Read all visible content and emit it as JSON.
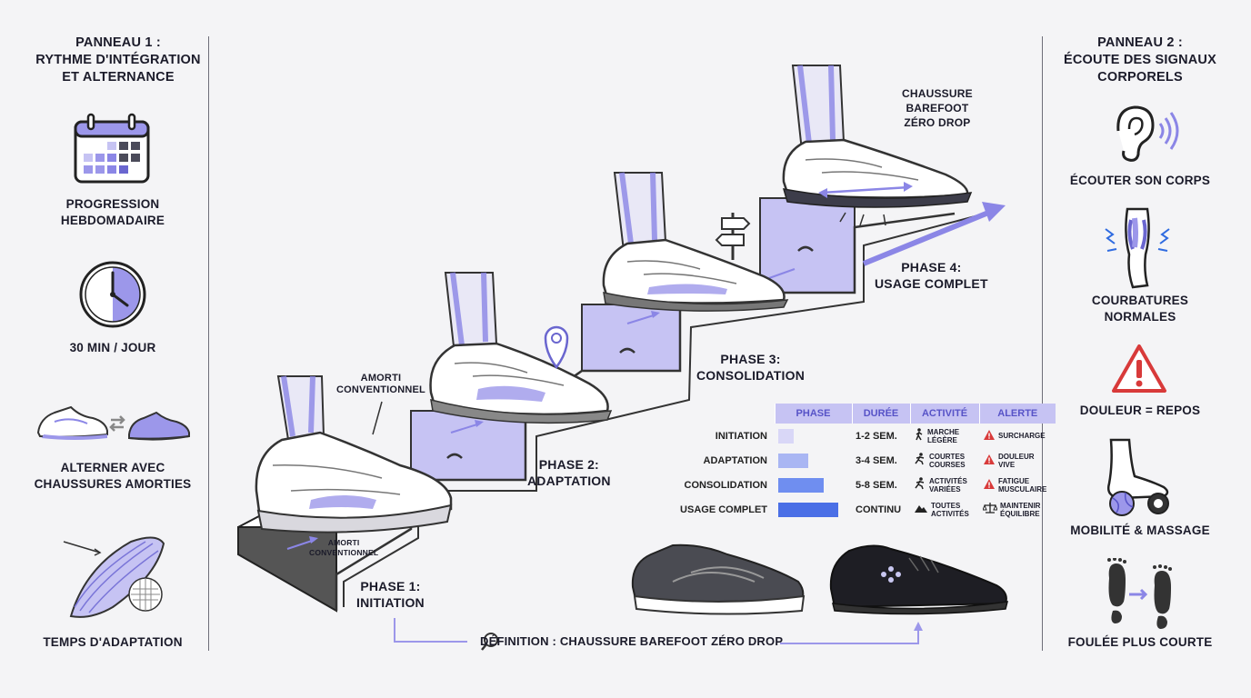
{
  "left_panel": {
    "title_lines": [
      "PANNEAU 1 :",
      "RYTHME D'INTÉGRATION",
      "ET ALTERNANCE"
    ],
    "items": [
      {
        "icon": "calendar-icon",
        "label_lines": [
          "PROGRESSION",
          "HEBDOMADAIRE"
        ]
      },
      {
        "icon": "clock-icon",
        "label_lines": [
          "30 MIN / JOUR"
        ]
      },
      {
        "icon": "alternate-shoes-icon",
        "label_lines": [
          "ALTERNER AVEC",
          "CHAUSSURES AMORTIES"
        ]
      },
      {
        "icon": "muscle-icon",
        "label_lines": [
          "TEMPS D'ADAPTATION"
        ]
      }
    ]
  },
  "right_panel": {
    "title_lines": [
      "PANNEAU 2 :",
      "ÉCOUTE DES SIGNAUX",
      "CORPORELS"
    ],
    "items": [
      {
        "icon": "ear-icon",
        "label_lines": [
          "ÉCOUTER SON CORPS"
        ]
      },
      {
        "icon": "calf-soreness-icon",
        "label_lines": [
          "COURBATURES",
          "NORMALES"
        ]
      },
      {
        "icon": "warning-icon",
        "label_lines": [
          "DOULEUR = REPOS"
        ]
      },
      {
        "icon": "foot-massage-icon",
        "label_lines": [
          "MOBILITÉ & MASSAGE"
        ]
      },
      {
        "icon": "footprints-icon",
        "label_lines": [
          "FOULÉE PLUS COURTE"
        ]
      }
    ]
  },
  "center": {
    "phases": [
      {
        "lines": [
          "PHASE 1:",
          "INITIATION"
        ]
      },
      {
        "lines": [
          "PHASE 2:",
          "ADAPTATION"
        ]
      },
      {
        "lines": [
          "PHASE 3:",
          "CONSOLIDATION"
        ]
      },
      {
        "lines": [
          "PHASE 4:",
          "USAGE COMPLET"
        ]
      }
    ],
    "shoe_label_top": [
      "AMORTI",
      "CONVENTIONNEL"
    ],
    "shoe_label_bottom": [
      "AMORTI",
      "CONVENTIONNEL"
    ],
    "barefoot_label": [
      "CHAUSSURE",
      "BAREFOOT",
      "ZÉRO DROP"
    ],
    "definition": "DÉFINITION : CHAUSSURE BAREFOOT ZÉRO DROP"
  },
  "table": {
    "headers": [
      "PHASE",
      "DURÉE",
      "ACTIVITÉ",
      "ALERTE"
    ],
    "rows": [
      {
        "phase": "INITIATION",
        "bar_fraction": 0.25,
        "bar_color": "#d9d7f7",
        "duration": "1-2 SEM.",
        "activity": [
          "MARCHE",
          "LÉGÈRE"
        ],
        "activity_icon": "walk-icon",
        "alert": [
          "SURCHARGE"
        ],
        "alert_icon": "warning-icon"
      },
      {
        "phase": "ADAPTATION",
        "bar_fraction": 0.5,
        "bar_color": "#a9b6f3",
        "duration": "3-4 SEM.",
        "activity": [
          "COURTES",
          "COURSES"
        ],
        "activity_icon": "run-icon",
        "alert": [
          "DOULEUR",
          "VIVE"
        ],
        "alert_icon": "warning-icon"
      },
      {
        "phase": "CONSOLIDATION",
        "bar_fraction": 0.75,
        "bar_color": "#6f8ef0",
        "duration": "5-8 SEM.",
        "activity": [
          "ACTIVITÉS",
          "VARIÉES"
        ],
        "activity_icon": "run-icon",
        "alert": [
          "FATIGUE",
          "MUSCULAIRE"
        ],
        "alert_icon": "warning-icon"
      },
      {
        "phase": "USAGE COMPLET",
        "bar_fraction": 1.0,
        "bar_color": "#4a6fe6",
        "duration": "CONTINU",
        "activity": [
          "TOUTES",
          "ACTIVITÉS"
        ],
        "activity_icon": "mountain-icon",
        "alert": [
          "MAINTENIR",
          "ÉQUILIBRE"
        ],
        "alert_icon": "balance-icon"
      }
    ]
  },
  "colors": {
    "accent": "#8b86e6",
    "accent_dark": "#5753c7",
    "stair_fill": "#c6c3f3",
    "alert_red": "#d83a3a",
    "ink": "#1b1b2a"
  }
}
